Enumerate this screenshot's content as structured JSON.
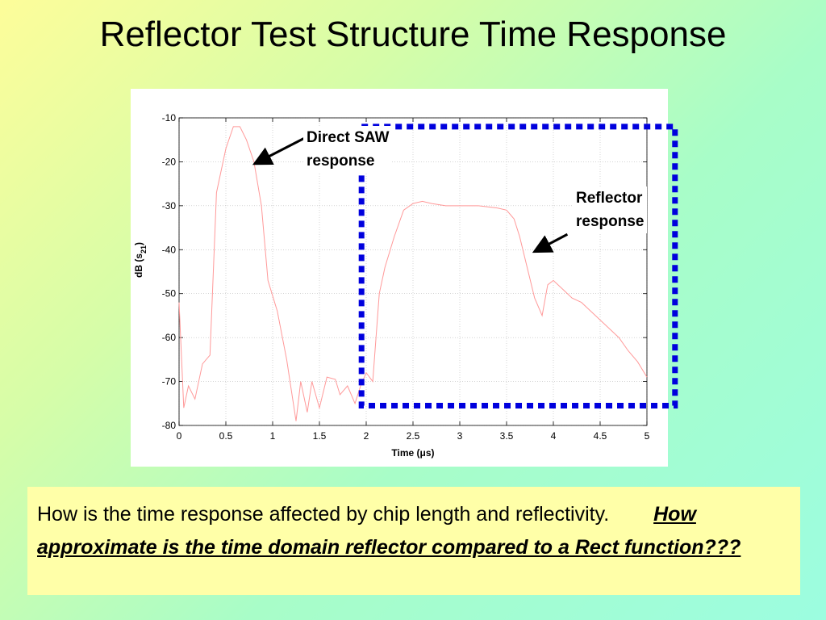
{
  "slide": {
    "title": "Reflector Test Structure Time Response",
    "question_plain": "How is the time response affected by chip length and reflectivity.",
    "question_emph": "How approximate is the time domain reflector compared to a Rect function???"
  },
  "annotations": {
    "direct_line1": "Direct SAW",
    "direct_line2": "response",
    "reflector_line1": "Reflector",
    "reflector_line2": "response"
  },
  "colors": {
    "trace": "#ff9999",
    "highlight_box": "#0000dd",
    "question_bg": "#ffffa8"
  },
  "chart_data": {
    "type": "line",
    "title": "",
    "xlabel": "Time (μs)",
    "ylabel": "dB (s21)",
    "xlim": [
      0,
      5
    ],
    "ylim": [
      -80,
      -10
    ],
    "xticks": [
      0,
      0.5,
      1,
      1.5,
      2,
      2.5,
      3,
      3.5,
      4,
      4.5,
      5
    ],
    "xtick_labels": [
      "0",
      "0.5",
      "1",
      "1.5",
      "2",
      "2.5",
      "3",
      "3.5",
      "4",
      "4.5",
      "5"
    ],
    "yticks": [
      -10,
      -20,
      -30,
      -40,
      -50,
      -60,
      -70,
      -80
    ],
    "ytick_labels": [
      "-10",
      "-20",
      "-30",
      "-40",
      "-50",
      "-60",
      "-70",
      "-80"
    ],
    "grid": true,
    "series": [
      {
        "points": [
          [
            0,
            -52
          ],
          [
            0.05,
            -76
          ],
          [
            0.1,
            -71
          ],
          [
            0.17,
            -74
          ],
          [
            0.25,
            -66
          ],
          [
            0.33,
            -64
          ],
          [
            0.4,
            -27
          ],
          [
            0.5,
            -17
          ],
          [
            0.58,
            -12
          ],
          [
            0.65,
            -12
          ],
          [
            0.72,
            -15
          ],
          [
            0.8,
            -20
          ],
          [
            0.88,
            -30
          ],
          [
            0.95,
            -47
          ],
          [
            1.05,
            -54
          ],
          [
            1.15,
            -65
          ],
          [
            1.25,
            -79
          ],
          [
            1.3,
            -70
          ],
          [
            1.37,
            -77
          ],
          [
            1.42,
            -70
          ],
          [
            1.5,
            -76
          ],
          [
            1.58,
            -69
          ],
          [
            1.67,
            -69.5
          ],
          [
            1.72,
            -73
          ],
          [
            1.8,
            -71
          ],
          [
            1.88,
            -75
          ],
          [
            1.94,
            -71
          ],
          [
            2.0,
            -68
          ],
          [
            2.07,
            -70
          ],
          [
            2.14,
            -50
          ],
          [
            2.2,
            -44
          ],
          [
            2.3,
            -37
          ],
          [
            2.4,
            -31
          ],
          [
            2.5,
            -29.5
          ],
          [
            2.6,
            -29
          ],
          [
            2.7,
            -29.5
          ],
          [
            2.85,
            -30
          ],
          [
            3.0,
            -30
          ],
          [
            3.2,
            -30
          ],
          [
            3.4,
            -30.5
          ],
          [
            3.5,
            -31
          ],
          [
            3.58,
            -33
          ],
          [
            3.64,
            -37
          ],
          [
            3.72,
            -44
          ],
          [
            3.8,
            -51
          ],
          [
            3.88,
            -55
          ],
          [
            3.94,
            -48
          ],
          [
            4.0,
            -47
          ],
          [
            4.1,
            -49
          ],
          [
            4.2,
            -51
          ],
          [
            4.3,
            -52
          ],
          [
            4.4,
            -54
          ],
          [
            4.5,
            -56
          ],
          [
            4.6,
            -58
          ],
          [
            4.7,
            -60
          ],
          [
            4.8,
            -63
          ],
          [
            4.9,
            -65.5
          ],
          [
            5.0,
            -69
          ]
        ]
      }
    ],
    "highlight_region": {
      "x": [
        1.95,
        5.3
      ],
      "y": [
        -75.5,
        -12
      ]
    },
    "arrow_targets": {
      "direct": {
        "from": [
          1.35,
          -14.5
        ],
        "to": [
          0.83,
          -20.2
        ]
      },
      "reflector": {
        "from": [
          4.15,
          -36.5
        ],
        "to": [
          3.82,
          -40.2
        ]
      }
    }
  }
}
